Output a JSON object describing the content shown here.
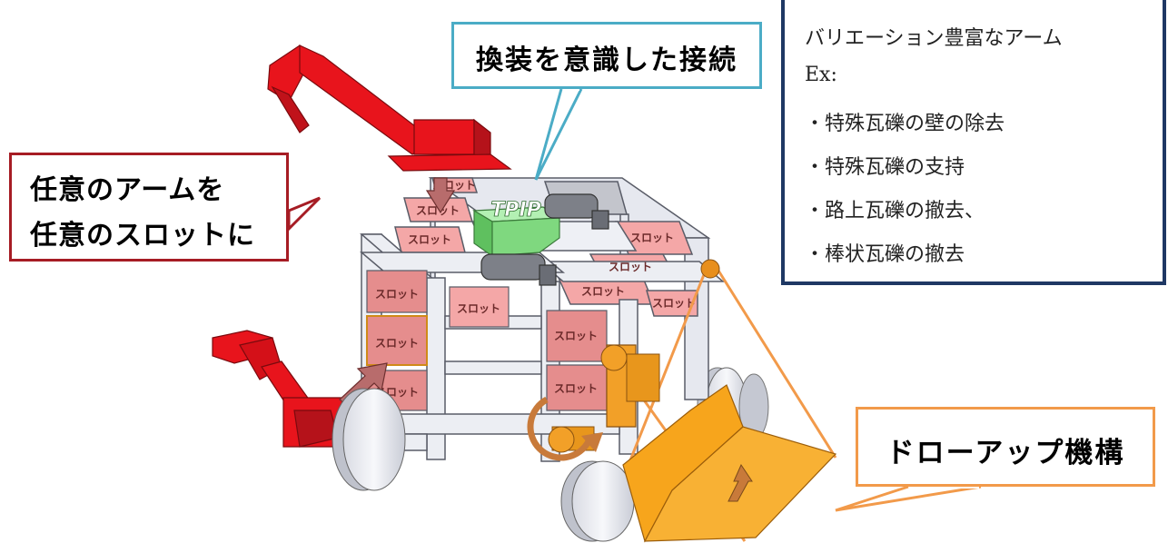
{
  "callouts": {
    "arms": {
      "line1": "任意のアームを",
      "line2": "任意のスロットに"
    },
    "connection": {
      "text": "換装を意識した接続"
    },
    "drawup": {
      "text": "ドローアップ機構"
    }
  },
  "variations": {
    "title": "バリエーション豊富なアーム",
    "ex_label": "Ex:",
    "items": [
      "・特殊瓦礫の壁の除去",
      "・特殊瓦礫の支持",
      "・路上瓦礫の撤去、",
      "・棒状瓦礫の撤去"
    ]
  },
  "robot": {
    "slot_label": "スロット",
    "module_label": "TPIP"
  },
  "colors": {
    "arm_red": "#e8141c",
    "slot_pink": "#f4a7a7",
    "frame": "#e6e8ef",
    "tpip_green": "#7fd87f",
    "scoop_orange": "#f7a51c",
    "arm_callout_border": "#a61c24",
    "connection_callout_border": "#4bacc6",
    "drawup_callout_border": "#f29a4a",
    "variation_border": "#1f3864"
  },
  "icons": [
    "arrow-down-icon",
    "arrow-diagonal-icon",
    "rotation-arrow-icon",
    "arrow-up-icon"
  ]
}
